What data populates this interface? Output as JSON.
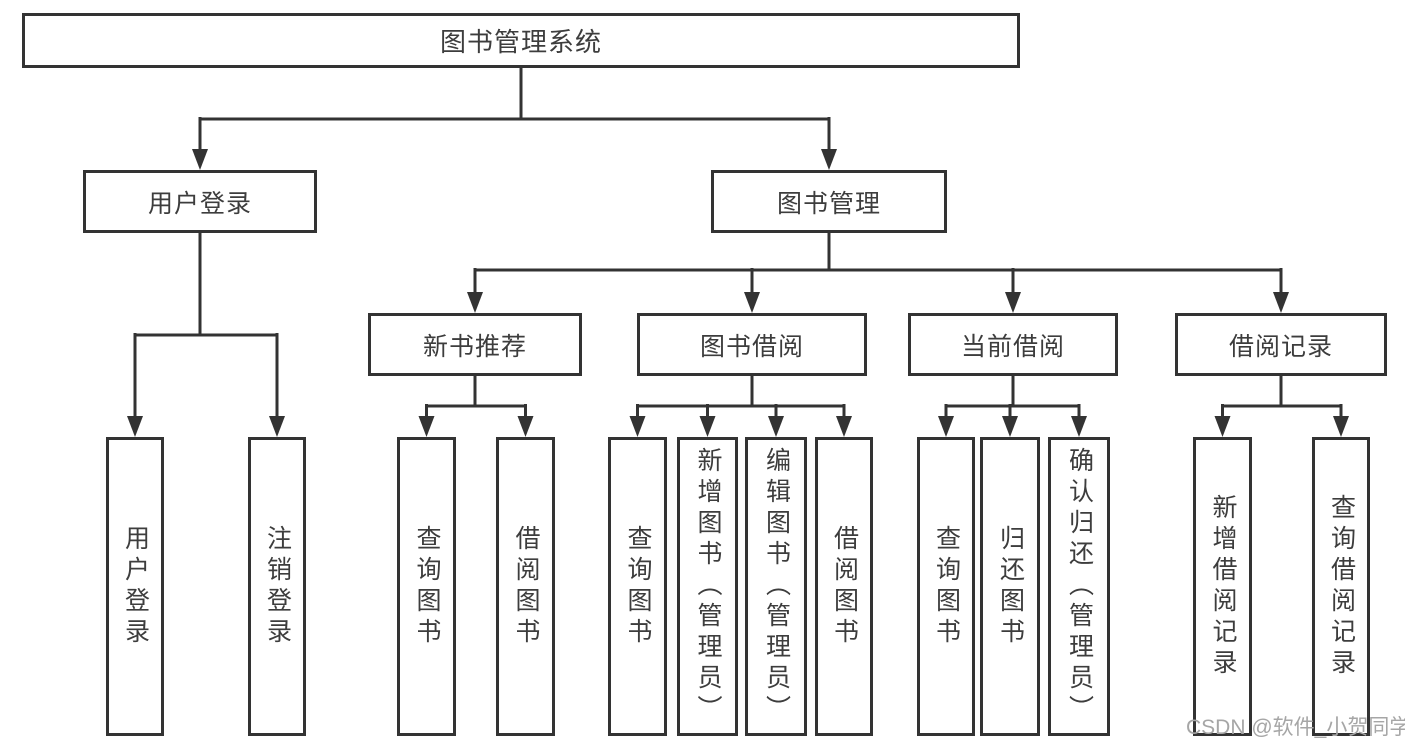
{
  "colors": {
    "line": "#333333",
    "text": "#3d3d3d",
    "watermark": "#a6a6a6",
    "bg": "#ffffff"
  },
  "tree": {
    "root": {
      "label": "图书管理系统",
      "children": [
        {
          "label": "用户登录",
          "children": [
            {
              "label": "用户登录"
            },
            {
              "label": "注销登录"
            }
          ]
        },
        {
          "label": "图书管理",
          "children": [
            {
              "label": "新书推荐",
              "children": [
                {
                  "label": "查询图书"
                },
                {
                  "label": "借阅图书"
                }
              ]
            },
            {
              "label": "图书借阅",
              "children": [
                {
                  "label": "查询图书"
                },
                {
                  "label": "新增图书（管理员）"
                },
                {
                  "label": "编辑图书（管理员）"
                },
                {
                  "label": "借阅图书"
                }
              ]
            },
            {
              "label": "当前借阅",
              "children": [
                {
                  "label": "查询图书"
                },
                {
                  "label": "归还图书"
                },
                {
                  "label": "确认归还（管理员）"
                }
              ]
            },
            {
              "label": "借阅记录",
              "children": [
                {
                  "label": "新增借阅记录"
                },
                {
                  "label": "查询借阅记录"
                }
              ]
            }
          ]
        }
      ]
    }
  },
  "watermark": {
    "text": "CSDN @软件_小贺同学"
  }
}
